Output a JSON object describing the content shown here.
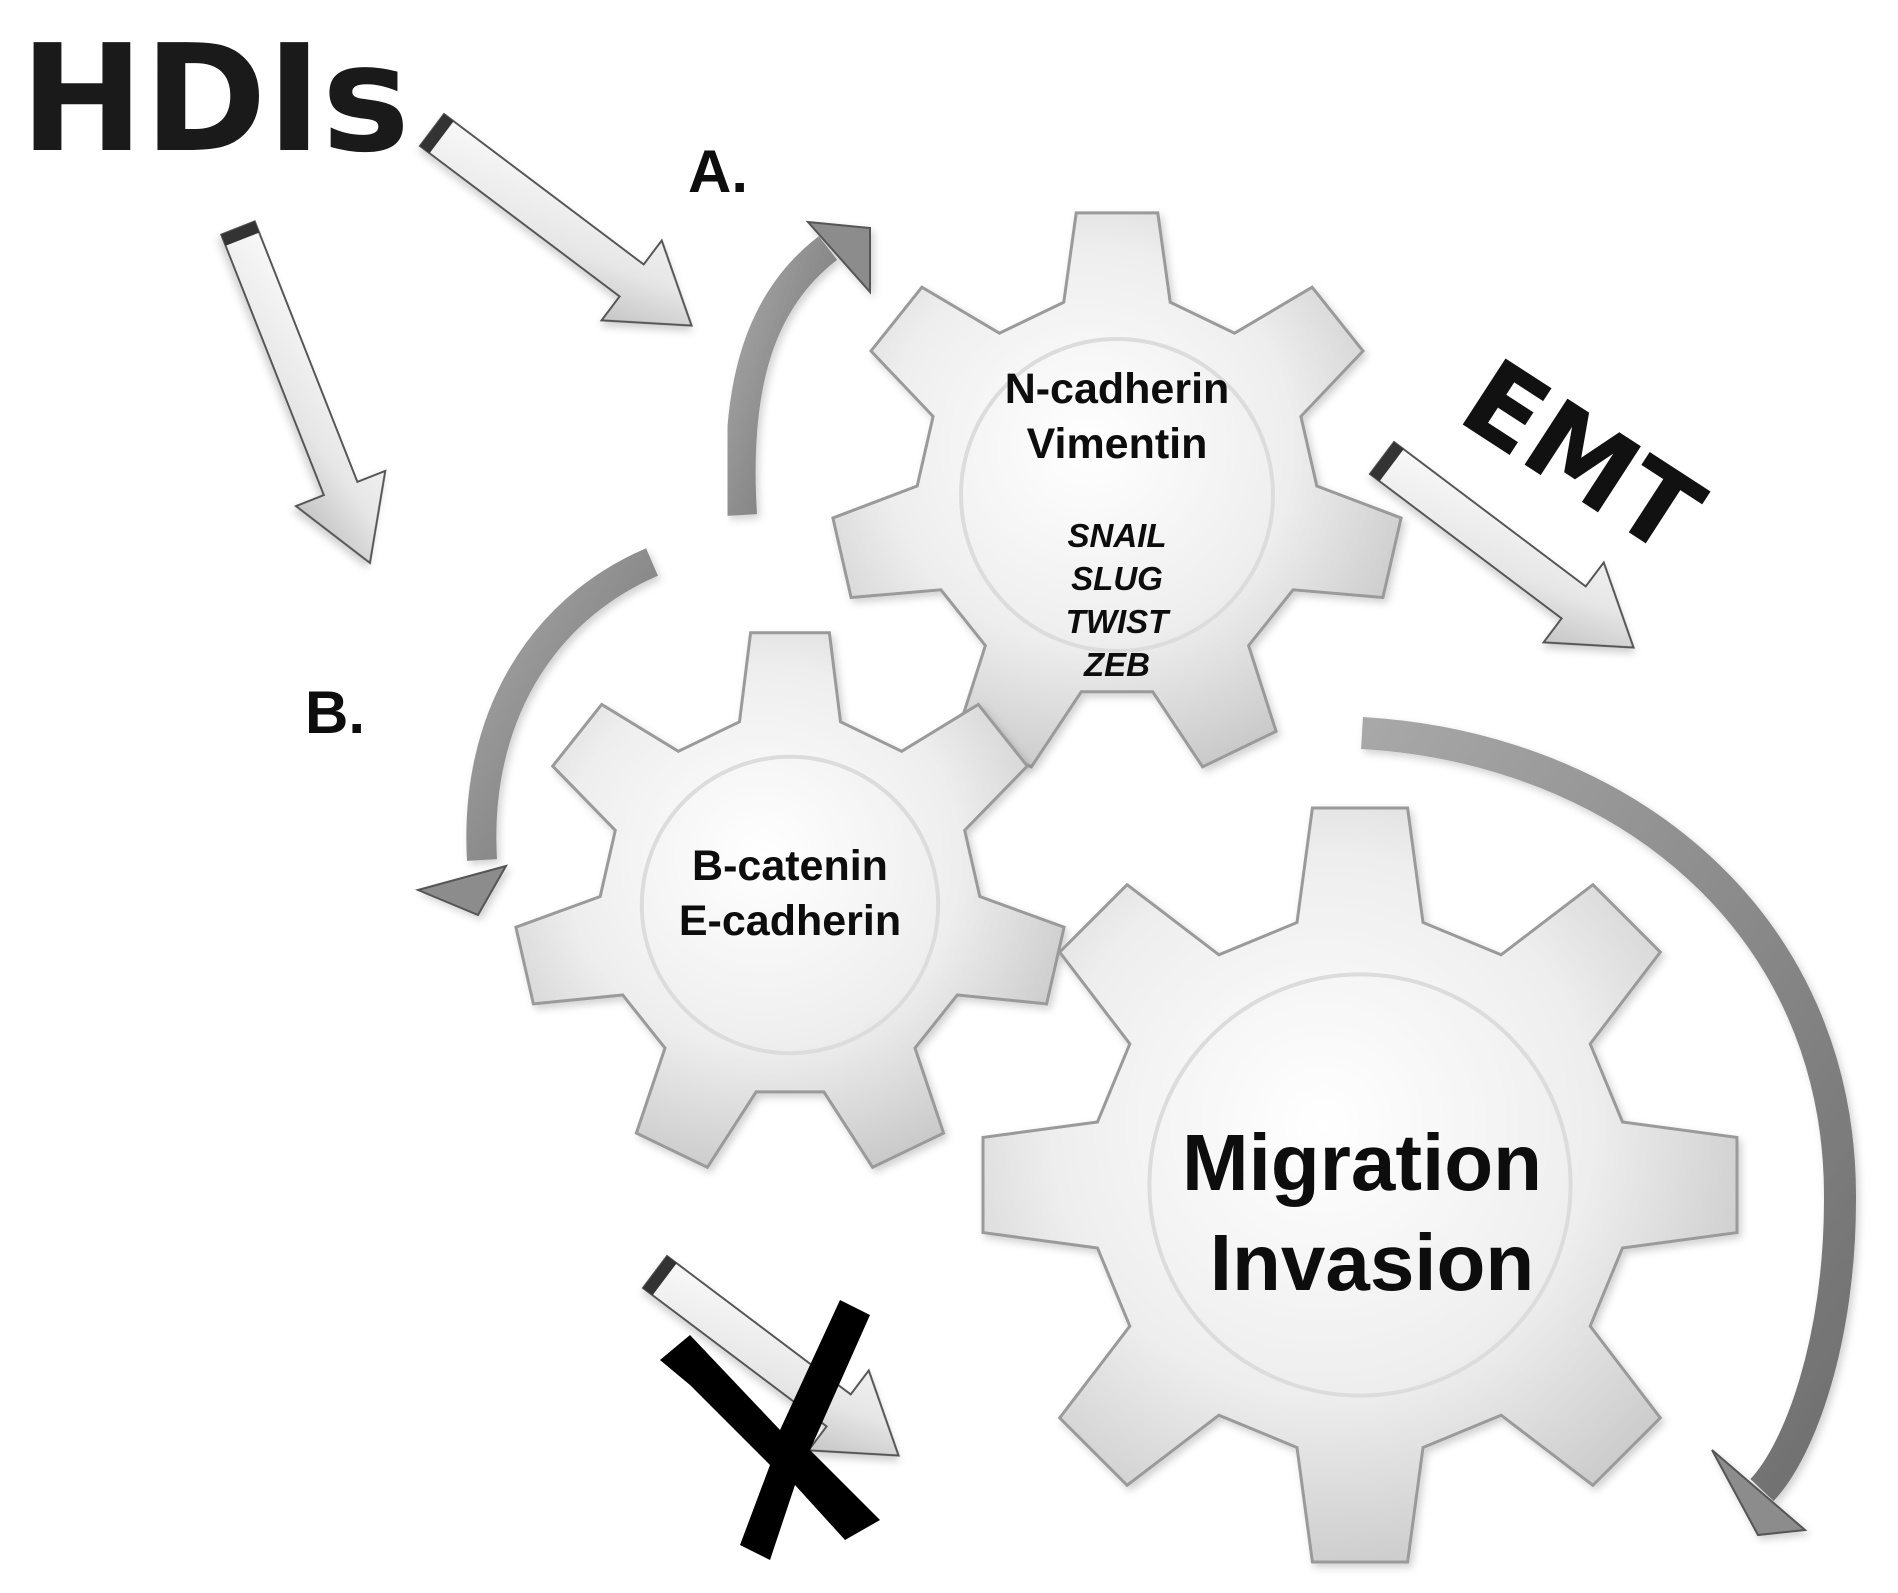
{
  "title": "HDIs",
  "label_a": "A.",
  "label_b": "B.",
  "emt": "EMT",
  "gear_top": {
    "line1": "N-cadherin",
    "line2": "Vimentin",
    "factors": [
      "SNAIL",
      "SLUG",
      "TWIST",
      "ZEB"
    ]
  },
  "gear_left": {
    "line1": "B-catenin",
    "line2": "E-cadherin"
  },
  "gear_big": {
    "line1": "Migration",
    "line2": "Invasion"
  },
  "colors": {
    "gear_fill_light": "#fbfbfb",
    "gear_fill_dark": "#c9c9c9",
    "curved_arrow": "#8a8a8a",
    "straight_arrow_light": "#f5f5f5",
    "straight_arrow_dark": "#bdbdbd",
    "cross": "#000000"
  }
}
